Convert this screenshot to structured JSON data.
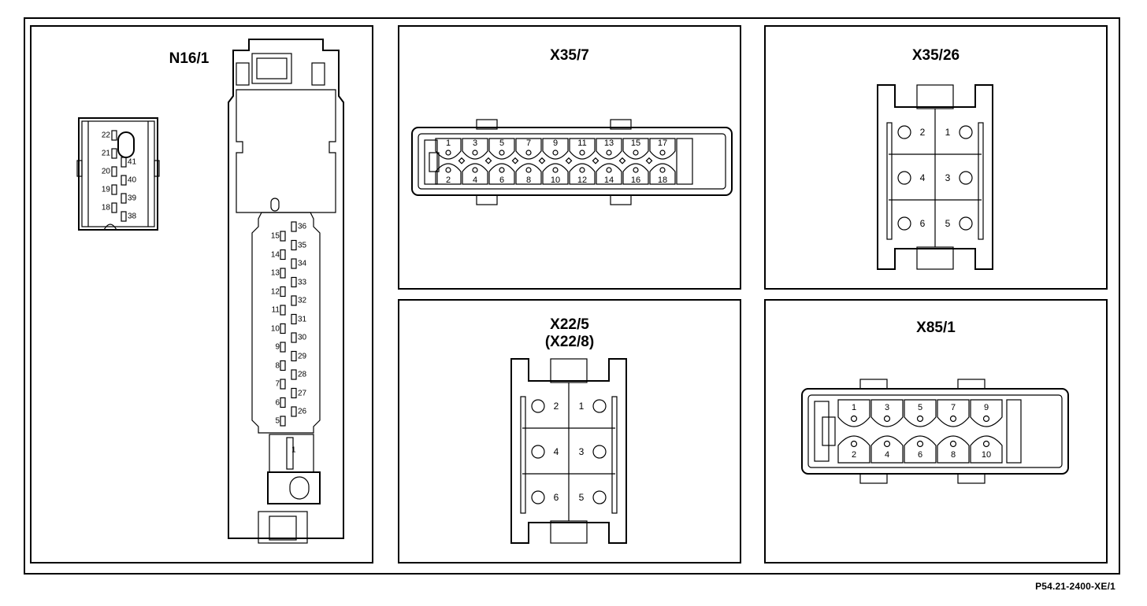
{
  "panels": {
    "n16": {
      "title": "N16/1",
      "small_connector": {
        "left_pins": [
          "22",
          "21",
          "20",
          "19",
          "18"
        ],
        "right_pins": [
          "41",
          "40",
          "39",
          "38"
        ]
      },
      "long_connector": {
        "left_pins": [
          "15",
          "14",
          "13",
          "12",
          "11",
          "10",
          "9",
          "8",
          "7",
          "6",
          "5"
        ],
        "right_pins": [
          "36",
          "35",
          "34",
          "33",
          "32",
          "31",
          "30",
          "29",
          "28",
          "27",
          "26"
        ],
        "bottom_pin": "1"
      }
    },
    "x35_7": {
      "title": "X35/7",
      "top_pins": [
        "1",
        "3",
        "5",
        "7",
        "9",
        "11",
        "13",
        "15",
        "17"
      ],
      "bottom_pins": [
        "2",
        "4",
        "6",
        "8",
        "10",
        "12",
        "14",
        "16",
        "18"
      ]
    },
    "x35_26": {
      "title": "X35/26",
      "pins": [
        [
          "2",
          "1"
        ],
        [
          "4",
          "3"
        ],
        [
          "6",
          "5"
        ]
      ]
    },
    "x22_5": {
      "title": "X22/5",
      "subtitle": "(X22/8)",
      "pins": [
        [
          "2",
          "1"
        ],
        [
          "4",
          "3"
        ],
        [
          "6",
          "5"
        ]
      ]
    },
    "x85_1": {
      "title": "X85/1",
      "top_pins": [
        "1",
        "3",
        "5",
        "7",
        "9"
      ],
      "bottom_pins": [
        "2",
        "4",
        "6",
        "8",
        "10"
      ]
    }
  },
  "footer": {
    "reference": "P54.21-2400-XE/1"
  }
}
